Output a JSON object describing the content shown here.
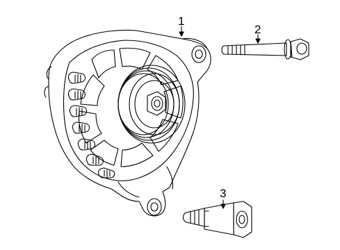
{
  "callouts": [
    {
      "label": "1",
      "part": "alternator"
    },
    {
      "label": "2",
      "part": "bolt"
    },
    {
      "label": "3",
      "part": "stud"
    }
  ],
  "colors": {
    "line": "#000000",
    "background": "#ffffff"
  }
}
